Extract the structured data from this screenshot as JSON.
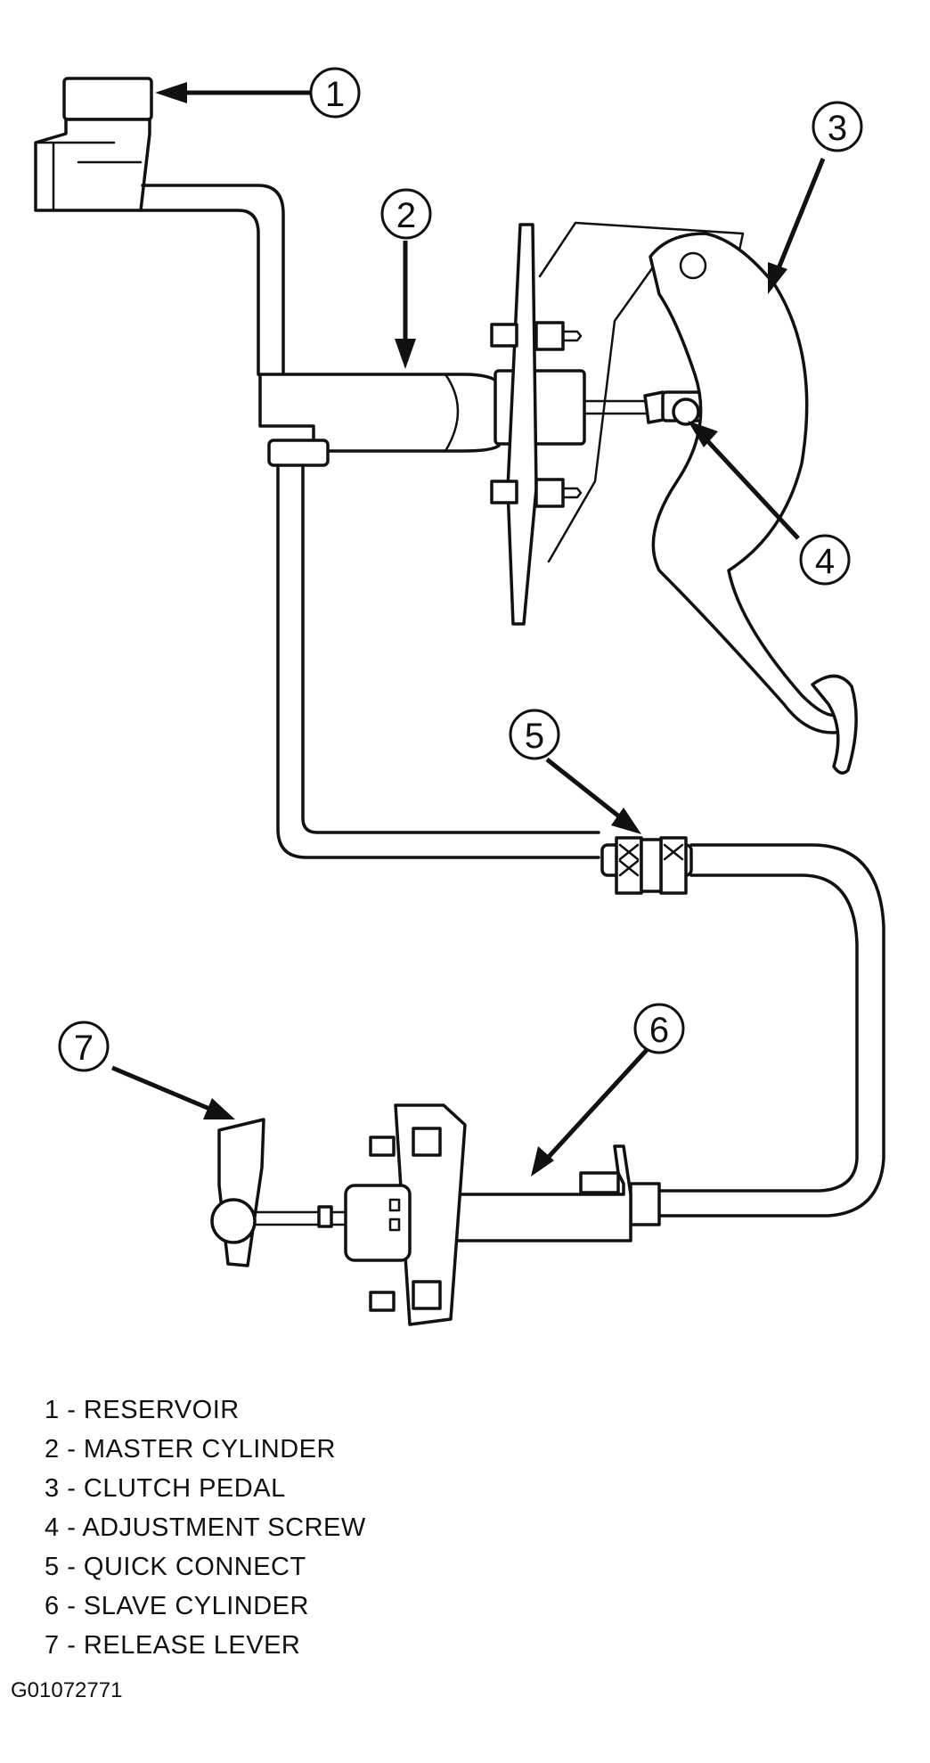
{
  "callouts": [
    {
      "id": "1",
      "text": "1"
    },
    {
      "id": "2",
      "text": "2"
    },
    {
      "id": "3",
      "text": "3"
    },
    {
      "id": "4",
      "text": "4"
    },
    {
      "id": "5",
      "text": "5"
    },
    {
      "id": "6",
      "text": "6"
    },
    {
      "id": "7",
      "text": "7"
    }
  ],
  "legend": [
    {
      "number": "1",
      "label": "RESERVOIR"
    },
    {
      "number": "2",
      "label": "MASTER CYLINDER"
    },
    {
      "number": "3",
      "label": "CLUTCH PEDAL"
    },
    {
      "number": "4",
      "label": "ADJUSTMENT SCREW"
    },
    {
      "number": "5",
      "label": "QUICK CONNECT"
    },
    {
      "number": "6",
      "label": "SLAVE CYLINDER"
    },
    {
      "number": "7",
      "label": "RELEASE LEVER"
    }
  ],
  "figure_id": "G01072771"
}
